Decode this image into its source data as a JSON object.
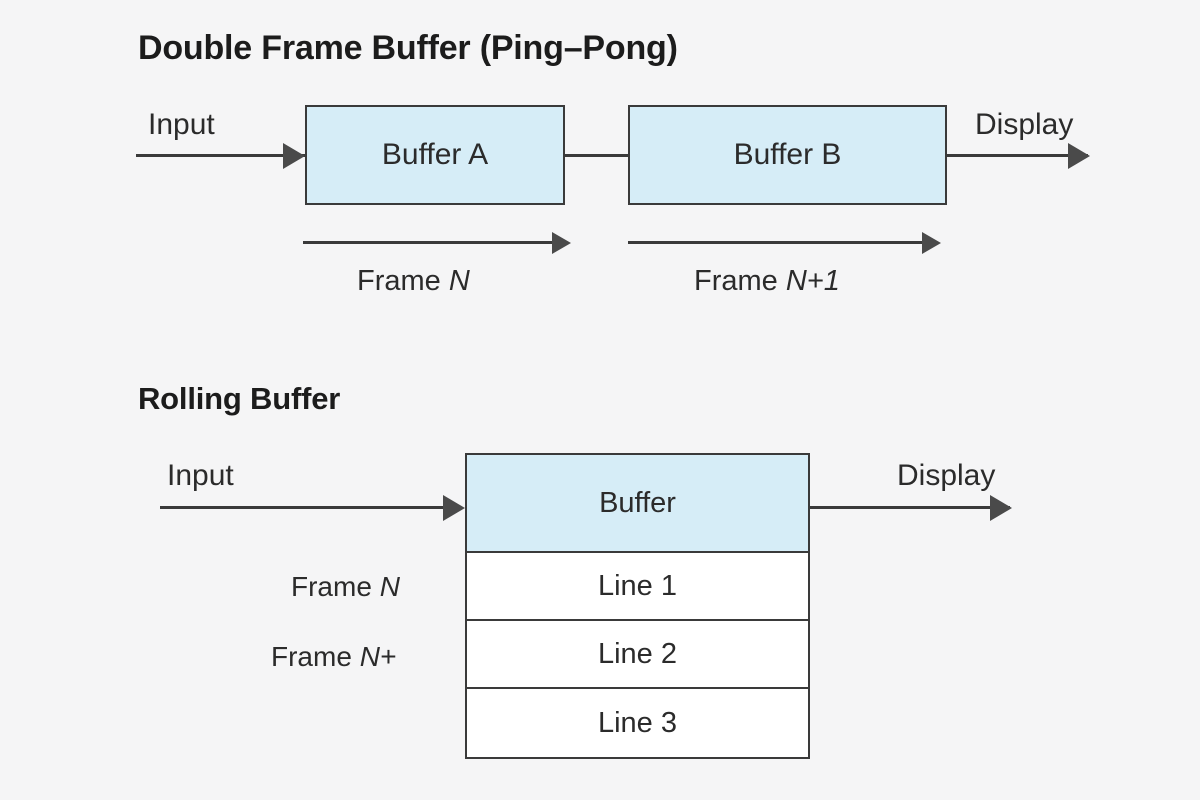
{
  "page": {
    "background_color": "#f5f5f6",
    "buffer_fill_color": "#d6edf7",
    "stroke_color": "#3a3a3a",
    "text_color": "#2b2b2b"
  },
  "double_buffer": {
    "title": "Double Frame Buffer (Ping–Pong)",
    "input_label": "Input",
    "display_label": "Display",
    "boxes": [
      {
        "label": "Buffer A"
      },
      {
        "label": "Buffer B"
      }
    ],
    "frame_arrows": [
      {
        "label_prefix": "Frame ",
        "label_italic": "N"
      },
      {
        "label_prefix": "Frame ",
        "label_italic": "N+1"
      }
    ]
  },
  "rolling_buffer": {
    "title": "Rolling Buffer",
    "input_label": "Input",
    "display_label": "Display",
    "header_label": "Buffer",
    "rows": [
      {
        "label": "Line 1"
      },
      {
        "label": "Line 2"
      },
      {
        "label": "Line 3"
      }
    ],
    "side_labels": [
      {
        "prefix": "Frame ",
        "italic": "N"
      },
      {
        "prefix": "Frame ",
        "italic": "N+"
      }
    ]
  }
}
